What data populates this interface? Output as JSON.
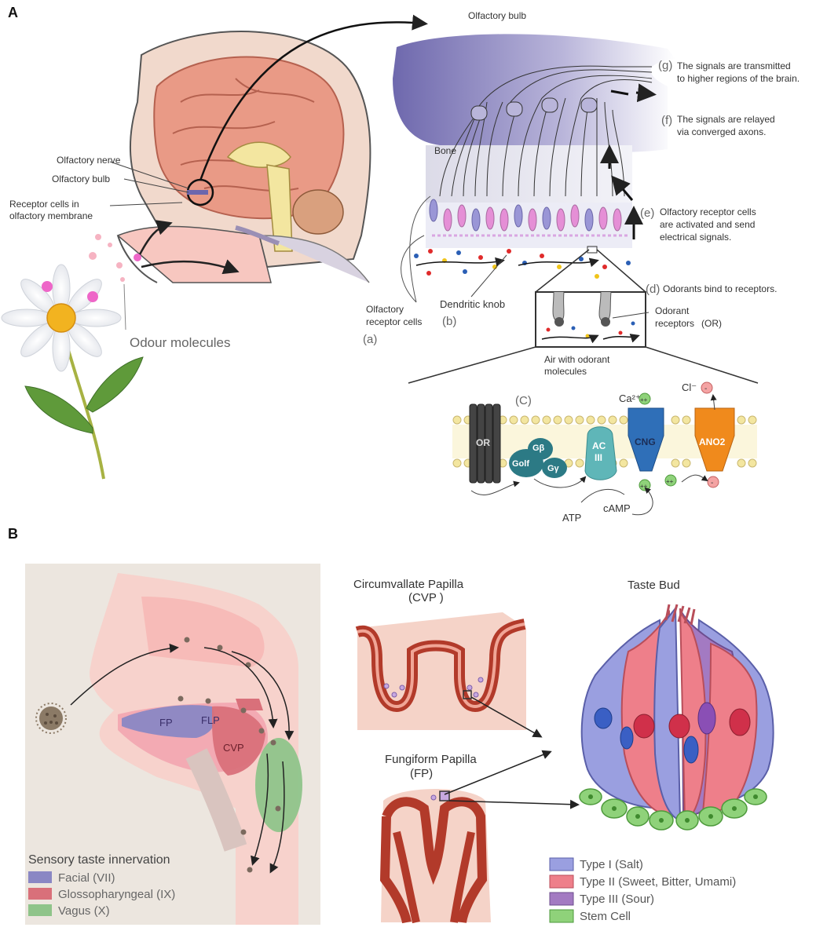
{
  "panels": {
    "a": {
      "letter": "A",
      "head_labels": {
        "olfactory_nerve": "Olfactory nerve",
        "olfactory_bulb": "Olfactory bulb",
        "receptor_cells_line1": "Receptor cells in",
        "receptor_cells_line2": "olfactory membrane",
        "odour_molecules": "Odour molecules"
      },
      "detail_labels": {
        "olfactory_bulb_title": "Olfactory bulb",
        "bone": "Bone",
        "g_line1": "The signals are transmitted",
        "g_line2": "to higher regions of the brain.",
        "g_tag": "(g)",
        "f_line1": "The signals are relayed",
        "f_line2": "via converged axons.",
        "f_tag": "(f)",
        "e_line1": "Olfactory receptor cells",
        "e_line2": "are activated and send",
        "e_line3": "electrical signals.",
        "e_tag": "(e)",
        "d_text": "Odorants bind to receptors.",
        "d_tag": "(d)",
        "orc_line1": "Olfactory",
        "orc_line2": "receptor cells",
        "a_tag": "(a)",
        "dendritic_knob": "Dendritic knob",
        "b_tag": "(b)",
        "odorant_receptors_line1": "Odorant",
        "odorant_receptors_line2": "receptors",
        "or_tag": "(OR)",
        "air_line1": "Air with odorant",
        "air_line2": "molecules"
      },
      "membrane_labels": {
        "c_tag": "(C)",
        "or": "OR",
        "g_beta": "Gβ",
        "g_olf": "Golf",
        "g_gamma": "Gγ",
        "ac_line1": "AC",
        "ac_line2": "III",
        "cng": "CNG",
        "ano2": "ANO2",
        "ca": "Ca²⁺",
        "cl": "Cl⁻",
        "plus": "++",
        "minus": "-",
        "atp": "ATP",
        "camp": "cAMP"
      }
    },
    "b": {
      "letter": "B",
      "cvp_title_line1": "Circumvallate Papilla",
      "cvp_title_line2": "(CVP )",
      "fp_title_line1": "Fungiform Papilla",
      "fp_title_line2": "(FP)",
      "taste_bud_title": "Taste Bud",
      "tongue_labels": {
        "fp": "FP",
        "flp": "FLP",
        "cvp": "CVP"
      },
      "innervation_legend": {
        "title": "Sensory taste innervation",
        "items": [
          {
            "label": "Facial (VII)",
            "color": "#8a87c4"
          },
          {
            "label": "Glossopharyngeal (IX)",
            "color": "#d9707a"
          },
          {
            "label": "Vagus (X)",
            "color": "#8fc48a"
          }
        ]
      },
      "cell_legend": {
        "items": [
          {
            "label": "Type I (Salt)",
            "color": "#9a9fe0"
          },
          {
            "label": "Type II (Sweet, Bitter, Umami)",
            "color": "#ee7f8a"
          },
          {
            "label": "Type III (Sour)",
            "color": "#a37ac2"
          },
          {
            "label": "Stem Cell",
            "color": "#8fd27a"
          }
        ]
      }
    }
  },
  "colors": {
    "bulb_purple": "#6c66ad",
    "brain_pink": "#e99a86",
    "membrane_yellow": "#f3e6a0",
    "cng_blue": "#2f6fb8",
    "ano2_orange": "#f08a1c",
    "gprotein_teal": "#2c7a85",
    "ac_teal": "#5fb6b8"
  }
}
